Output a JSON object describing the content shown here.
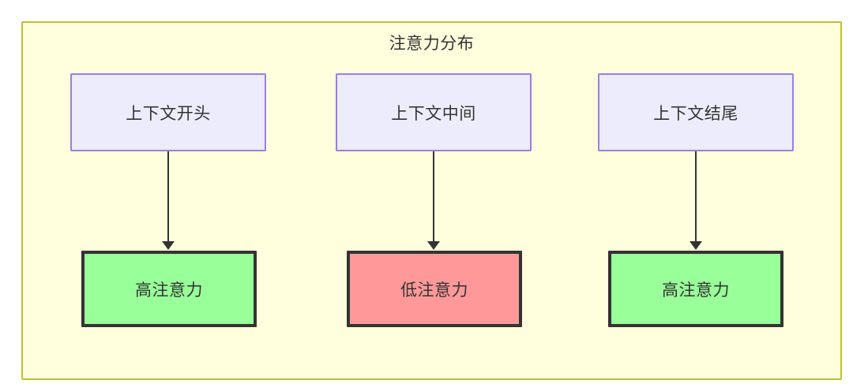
{
  "diagram": {
    "title": "注意力分布",
    "container": {
      "fill_color": "#ffffde",
      "border_color": "#c0c033"
    },
    "top_nodes": [
      {
        "id": "context-start",
        "label": "上下文开头",
        "fill_color": "#ececfd",
        "border_color": "#9b7ee0"
      },
      {
        "id": "context-middle",
        "label": "上下文中间",
        "fill_color": "#ececfd",
        "border_color": "#9b7ee0"
      },
      {
        "id": "context-end",
        "label": "上下文结尾",
        "fill_color": "#ececfd",
        "border_color": "#9b7ee0"
      }
    ],
    "bottom_nodes": [
      {
        "id": "attention-high-start",
        "label": "高注意力",
        "fill_color": "#99ff99",
        "border_color": "#333333"
      },
      {
        "id": "attention-low-middle",
        "label": "低注意力",
        "fill_color": "#ff9999",
        "border_color": "#333333"
      },
      {
        "id": "attention-high-end",
        "label": "高注意力",
        "fill_color": "#99ff99",
        "border_color": "#333333"
      }
    ],
    "edges": [
      {
        "from": "context-start",
        "to": "attention-high-start",
        "label": ""
      },
      {
        "from": "context-middle",
        "to": "attention-low-middle",
        "label": ""
      },
      {
        "from": "context-end",
        "to": "attention-high-end",
        "label": ""
      }
    ]
  }
}
